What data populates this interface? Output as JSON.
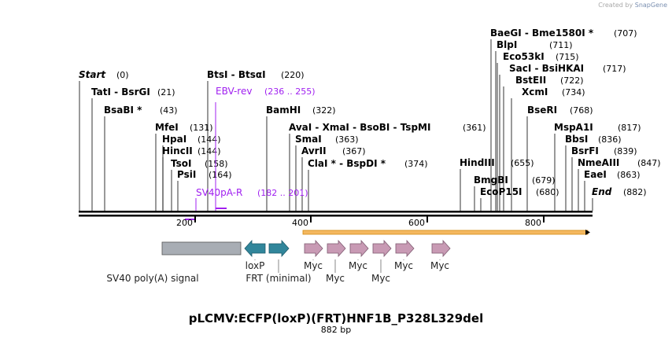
{
  "credit": {
    "prefix": "Created by",
    "brand": "SnapGene"
  },
  "plasmid": {
    "name": "pLCMV:ECFP(loxP)(FRT)HNF1B_P328L329del",
    "size": "882 bp"
  },
  "enzymes": [
    {
      "name": "Start",
      "pos": "(0)",
      "style": "start"
    },
    {
      "name": "TatI  -  BsrGI",
      "pos": "(21)"
    },
    {
      "name": "BsaBI *",
      "pos": "(43)"
    },
    {
      "name": "MfeI",
      "pos": "(131)"
    },
    {
      "name": "HpaI",
      "pos": "(144)"
    },
    {
      "name": "HincII",
      "pos": "(144)"
    },
    {
      "name": "TsoI",
      "pos": "(158)"
    },
    {
      "name": "PsiI",
      "pos": "(164)"
    },
    {
      "name": "BtsI  -  BtsαI",
      "pos": "(220)"
    },
    {
      "name": "BamHI",
      "pos": "(322)"
    },
    {
      "name": "AvaI  -  XmaI  -  BsoBI  -  TspMI",
      "pos": "(361)"
    },
    {
      "name": "SmaI",
      "pos": "(363)"
    },
    {
      "name": "AvrII",
      "pos": "(367)"
    },
    {
      "name": "ClaI *  -  BspDI *",
      "pos": "(374)"
    },
    {
      "name": "HindIII",
      "pos": "(655)"
    },
    {
      "name": "BmgBI",
      "pos": "(679)"
    },
    {
      "name": "EcoP15I",
      "pos": "(680)"
    },
    {
      "name": "BaeGI  -  Bme1580I *",
      "pos": "(707)"
    },
    {
      "name": "BlpI",
      "pos": "(711)"
    },
    {
      "name": "Eco53kI",
      "pos": "(715)"
    },
    {
      "name": "SacI  -  BsiHKAI",
      "pos": "(717)"
    },
    {
      "name": "BstEII",
      "pos": "(722)"
    },
    {
      "name": "XcmI",
      "pos": "(734)"
    },
    {
      "name": "BseRI",
      "pos": "(768)"
    },
    {
      "name": "MspA1I",
      "pos": "(817)"
    },
    {
      "name": "BbsI",
      "pos": "(836)"
    },
    {
      "name": "BsrFI",
      "pos": "(839)"
    },
    {
      "name": "NmeAIII",
      "pos": "(847)"
    },
    {
      "name": "EaeI",
      "pos": "(863)"
    },
    {
      "name": "End",
      "pos": "(882)",
      "style": "end"
    }
  ],
  "primers": [
    {
      "name": "EBV-rev",
      "range": "(236 .. 255)"
    },
    {
      "name": "SV40pA-R",
      "range": "(182 .. 201)"
    }
  ],
  "ticks": [
    "200",
    "400",
    "600",
    "800"
  ],
  "features": [
    {
      "name": "SV40 poly(A) signal",
      "kind": "box",
      "color": "#a8adb4"
    },
    {
      "name": "loxP",
      "kind": "arrow-left",
      "color": "#31869b"
    },
    {
      "name": "FRT (minimal)",
      "kind": "arrow-right",
      "color": "#31869b"
    },
    {
      "name": "Myc",
      "kind": "arrow-right",
      "color": "#c89ab4"
    },
    {
      "name": "Myc",
      "kind": "arrow-right",
      "color": "#c89ab4"
    },
    {
      "name": "Myc",
      "kind": "arrow-right",
      "color": "#c89ab4"
    },
    {
      "name": "Myc",
      "kind": "arrow-right",
      "color": "#c89ab4"
    },
    {
      "name": "Myc",
      "kind": "arrow-right",
      "color": "#c89ab4"
    },
    {
      "name": "Myc",
      "kind": "arrow-right",
      "color": "#c89ab4"
    }
  ],
  "colors": {
    "primer": "#a020f0",
    "orf": "#f4b860",
    "orf_stroke": "#d48a10"
  }
}
